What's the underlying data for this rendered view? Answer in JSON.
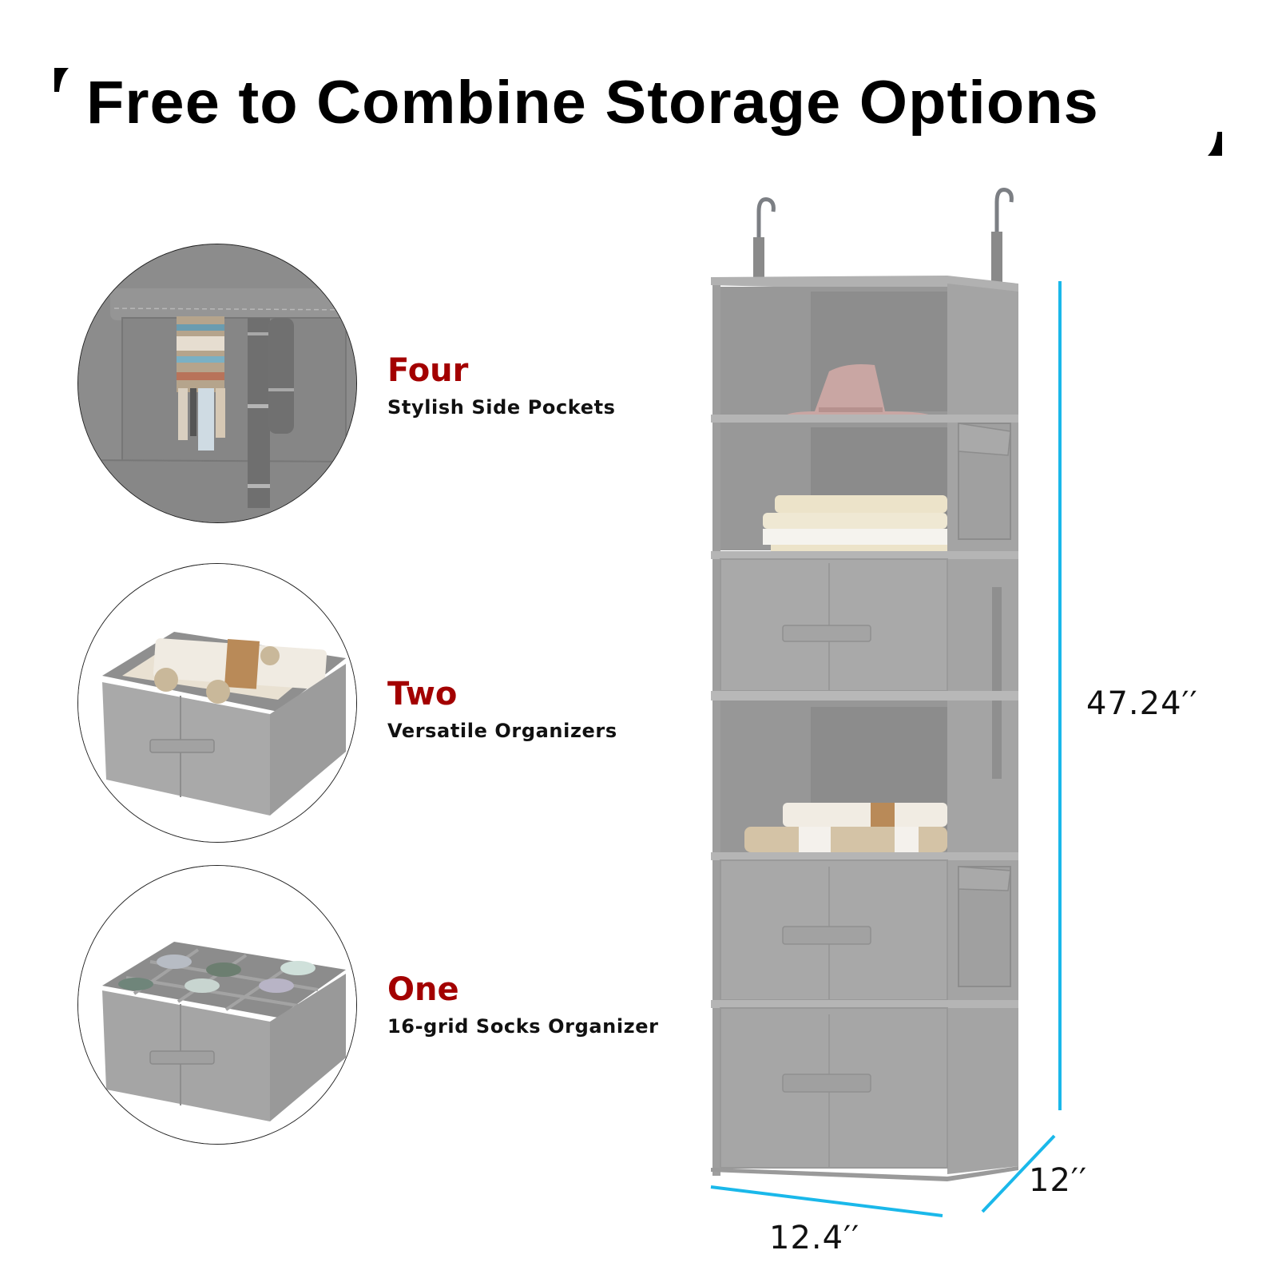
{
  "header": {
    "title": "Free to Combine Storage Options"
  },
  "features": [
    {
      "count": "Four",
      "description": "Stylish Side Pockets",
      "image": "side-pocket-closeup"
    },
    {
      "count": "Two",
      "description": "Versatile Organizers",
      "image": "fabric-drawer-with-blankets"
    },
    {
      "count": "One",
      "description": "16-grid Socks Organizer",
      "image": "grid-socks-organizer"
    }
  ],
  "product": {
    "name": "hanging-closet-organizer",
    "sections": [
      "open-shelf-hat",
      "open-shelf-clothes",
      "drawer",
      "open-shelf-blankets",
      "drawer",
      "drawer"
    ]
  },
  "dimensions": {
    "height": "47.24′′",
    "width": "12.4′′",
    "depth": "12′′"
  },
  "colors": {
    "accent_red": "#a30000",
    "dimension_line": "#1ab8ea",
    "fabric_gray": "#a9a9a9",
    "text": "#111111"
  }
}
